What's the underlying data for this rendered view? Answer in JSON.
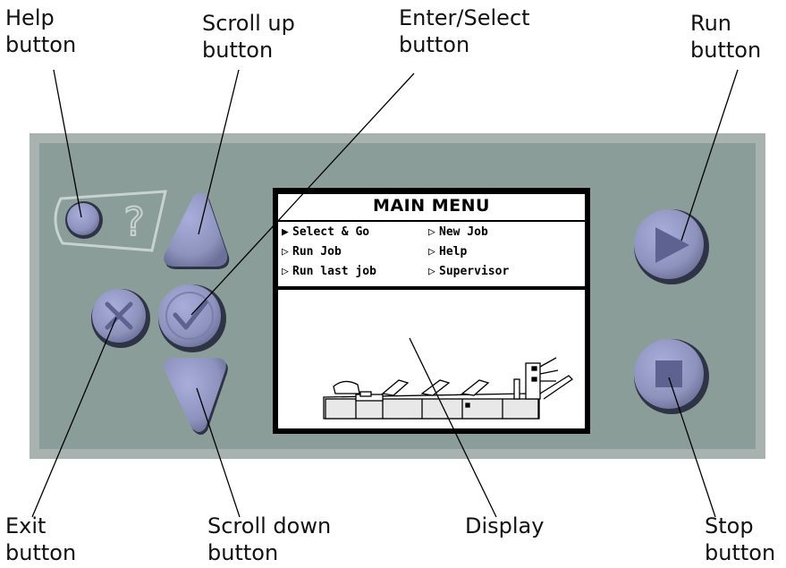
{
  "callouts": {
    "help": "Help\nbutton",
    "scroll_up": "Scroll up\nbutton",
    "enter_select": "Enter/Select\nbutton",
    "run": "Run\nbutton",
    "exit": "Exit\nbutton",
    "scroll_down": "Scroll down\nbutton",
    "display": "Display",
    "stop": "Stop\nbutton"
  },
  "display": {
    "title": "MAIN MENU",
    "items": [
      {
        "label": "Select & Go",
        "selected": true
      },
      {
        "label": "New Job",
        "selected": false
      },
      {
        "label": "Run Job",
        "selected": false
      },
      {
        "label": "Help",
        "selected": false
      },
      {
        "label": "Run last job",
        "selected": false
      },
      {
        "label": "Supervisor",
        "selected": false
      }
    ]
  },
  "colors": {
    "panel": "#8a9d98",
    "panel_border": "#a8b2ae",
    "button_fill": "#8e93bd",
    "button_dark": "#5d628a",
    "button_glyph": "#5d6291"
  },
  "icons": {
    "help": "question-mark-icon",
    "scroll_up": "triangle-up-icon",
    "enter": "checkmark-icon",
    "exit": "x-icon",
    "scroll_down": "triangle-down-icon",
    "run": "play-icon",
    "stop": "square-stop-icon"
  }
}
